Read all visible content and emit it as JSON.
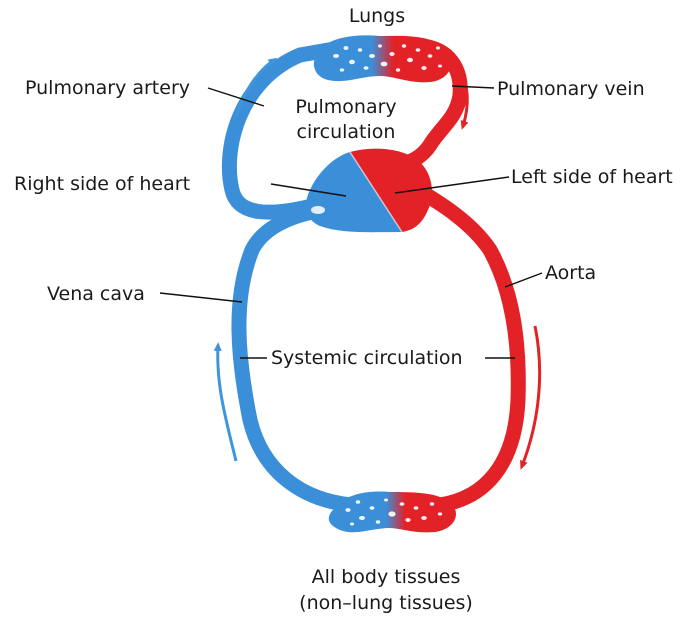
{
  "colors": {
    "deoxygenated": "#3b8fd9",
    "oxygenated": "#e32227",
    "arrow_blue": "#3f95db",
    "arrow_red": "#e32227"
  },
  "labels": {
    "lungs": "Lungs",
    "pulmonary_artery": "Pulmonary artery",
    "pulmonary_vein": "Pulmonary vein",
    "pulmonary_circulation_line1": "Pulmonary",
    "pulmonary_circulation_line2": "circulation",
    "right_heart": "Right side of heart",
    "left_heart": "Left side of heart",
    "vena_cava": "Vena cava",
    "aorta": "Aorta",
    "systemic_circulation": "Systemic circulation",
    "body_tissues_line1": "All body tissues",
    "body_tissues_line2": "(non–lung tissues)"
  }
}
